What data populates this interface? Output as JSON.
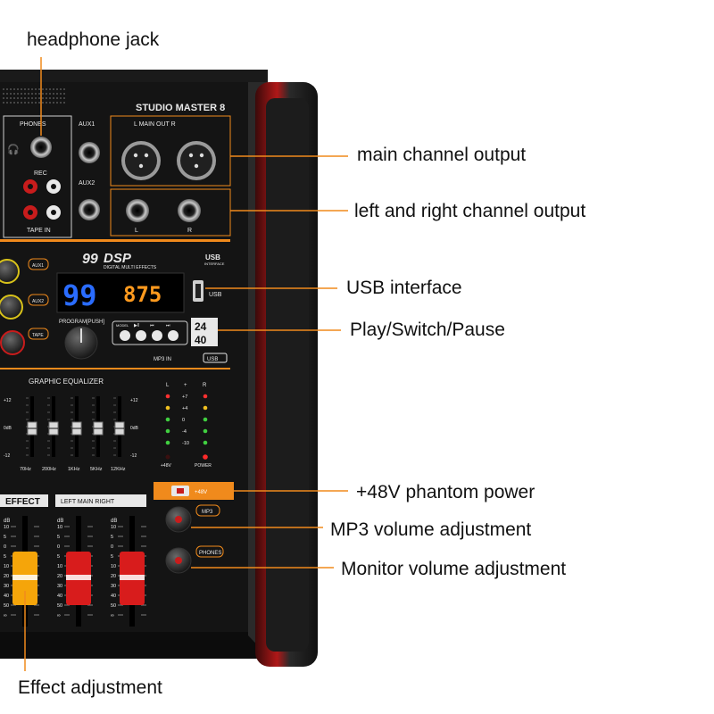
{
  "callouts": {
    "headphone": "headphone jack",
    "main_output": "main channel output",
    "lr_output": "left and right channel output",
    "usb": "USB interface",
    "play": "Play/Switch/Pause",
    "phantom": "+48V phantom power",
    "mp3_volume": "MP3 volume adjustment",
    "monitor_volume": "Monitor volume adjustment",
    "effect": "Effect adjustment"
  },
  "panel": {
    "brand": "STUDIO MASTER 8",
    "phones": "PHONES",
    "aux1": "AUX1",
    "aux2": "AUX2",
    "main_out": "L   MAIN OUT   R",
    "rec": "REC",
    "tape_in": "TAPE IN",
    "l": "L",
    "r": "R",
    "dsp_num": "99",
    "dsp": "DSP",
    "dsp_sub": "DIGITAL MULTI EFFECTS",
    "usb_logo": "USB",
    "usb_interface": "INTERFACE",
    "usb_label": "USB",
    "display_preset": "99",
    "display_param": "875",
    "program": "PROGRAM[PUSH]",
    "model": "MODEL",
    "bit_top": "24",
    "bit_bottom": "40",
    "mp3in": "MP3 IN",
    "mp3in_usb": "USB",
    "aux1_knob": "AUX1",
    "aux2_knob": "AUX2",
    "tape_knob": "TAPE",
    "geq_title": "GRAPHIC EQUALIZER",
    "geq_bands": [
      "70Hz",
      "200Hz",
      "1KHz",
      "5KHz",
      "12KHz"
    ],
    "geq_scale": [
      "+12",
      "0dB",
      "-12"
    ],
    "meter_l": "L",
    "meter_plus": "+",
    "meter_r": "R",
    "meter_values": [
      "+7",
      "+4",
      "0",
      "-4",
      "-10"
    ],
    "plus48": "+48V",
    "power": "POWER",
    "phantom_button": "+48V",
    "mp3_knob": "MP3",
    "phones_knob": "PHONES",
    "effect": "EFFECT",
    "main_fader": "LEFT  MAIN  RIGHT",
    "db": "dB",
    "fader_scale": [
      "10",
      "5",
      "0",
      "5",
      "10",
      "20",
      "30",
      "40",
      "50",
      "∞"
    ]
  },
  "colors": {
    "accent_orange": "#f08a1c",
    "housing_red": "#b01818",
    "display_blue": "#2a6cff",
    "display_orange": "#ff9a1e",
    "fader_yellow": "#f5a50a",
    "fader_red": "#d81c1c"
  }
}
